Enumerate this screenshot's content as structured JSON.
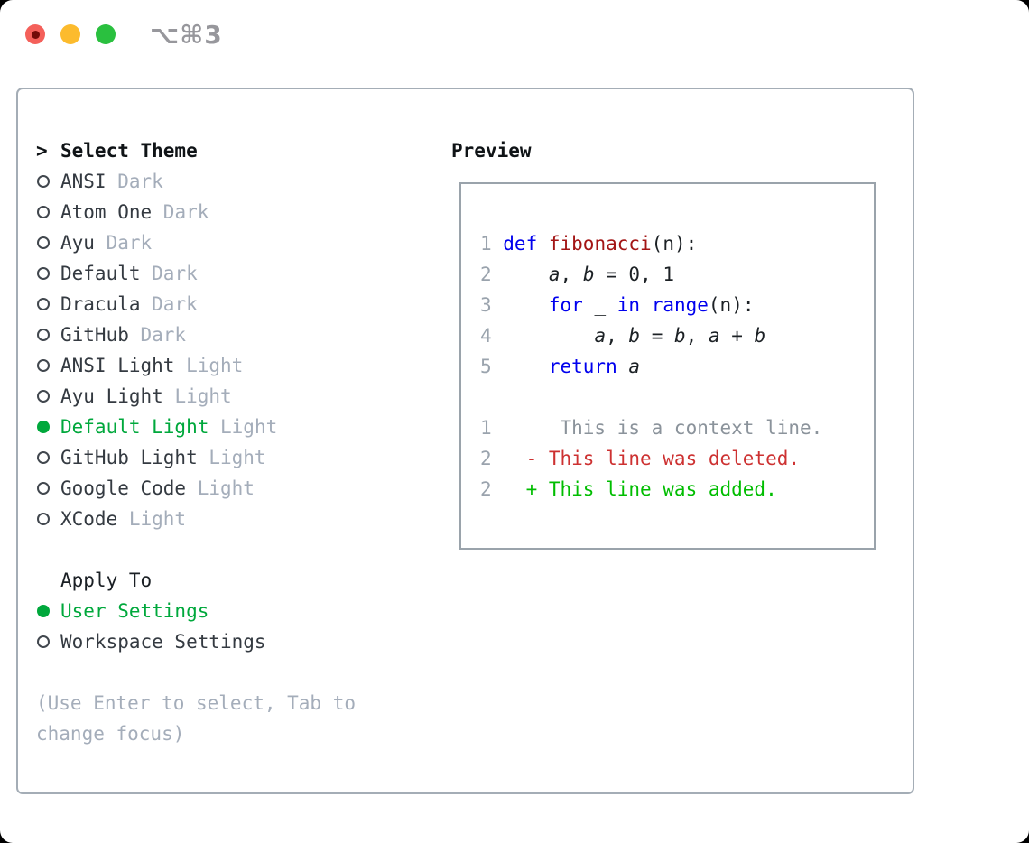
{
  "window": {
    "shortcut_label": "⌥⌘3",
    "traffic_lights": [
      "close",
      "minimize",
      "zoom"
    ]
  },
  "colors": {
    "selected_green": "#00a83c",
    "diff_added_green": "#00bd00",
    "diff_deleted_red": "#cd3131",
    "keyword_blue": "#0000ee",
    "function_red": "#a31515",
    "muted_gray": "#a4adba",
    "line_number_gray": "#9aa3ad",
    "text_dark": "#343a41",
    "panel_border_gray": "#a4adb6"
  },
  "theme_selector": {
    "header_prefix": ">",
    "header": "Select Theme",
    "items": [
      {
        "name": "ANSI",
        "variant": "Dark",
        "selected": false
      },
      {
        "name": "Atom One",
        "variant": "Dark",
        "selected": false
      },
      {
        "name": "Ayu",
        "variant": "Dark",
        "selected": false
      },
      {
        "name": "Default",
        "variant": "Dark",
        "selected": false
      },
      {
        "name": "Dracula",
        "variant": "Dark",
        "selected": false
      },
      {
        "name": "GitHub",
        "variant": "Dark",
        "selected": false
      },
      {
        "name": "ANSI Light",
        "variant": "Light",
        "selected": false
      },
      {
        "name": "Ayu Light",
        "variant": "Light",
        "selected": false
      },
      {
        "name": "Default Light",
        "variant": "Light",
        "selected": true
      },
      {
        "name": "GitHub Light",
        "variant": "Light",
        "selected": false
      },
      {
        "name": "Google Code",
        "variant": "Light",
        "selected": false
      },
      {
        "name": "XCode",
        "variant": "Light",
        "selected": false
      }
    ]
  },
  "apply_to": {
    "header": "Apply To",
    "items": [
      {
        "name": "User Settings",
        "selected": true
      },
      {
        "name": "Workspace Settings",
        "selected": false
      }
    ]
  },
  "help_text": "(Use Enter to select, Tab to change focus)",
  "preview": {
    "title": "Preview",
    "code_lines": [
      {
        "num": "1",
        "tokens": [
          [
            "kw",
            "def"
          ],
          [
            "plain",
            " "
          ],
          [
            "fn",
            "fibonacci"
          ],
          [
            "plain",
            "(n):"
          ]
        ]
      },
      {
        "num": "2",
        "tokens": [
          [
            "plain",
            "    "
          ],
          [
            "var",
            "a"
          ],
          [
            "plain",
            ", "
          ],
          [
            "var",
            "b"
          ],
          [
            "plain",
            " = 0, 1"
          ]
        ]
      },
      {
        "num": "3",
        "tokens": [
          [
            "plain",
            "    "
          ],
          [
            "kw",
            "for"
          ],
          [
            "plain",
            " _ "
          ],
          [
            "kw",
            "in"
          ],
          [
            "plain",
            " "
          ],
          [
            "kw",
            "range"
          ],
          [
            "plain",
            "(n):"
          ]
        ]
      },
      {
        "num": "4",
        "tokens": [
          [
            "plain",
            "        "
          ],
          [
            "var",
            "a"
          ],
          [
            "plain",
            ", "
          ],
          [
            "var",
            "b"
          ],
          [
            "plain",
            " = "
          ],
          [
            "var",
            "b"
          ],
          [
            "plain",
            ", "
          ],
          [
            "var",
            "a"
          ],
          [
            "plain",
            " + "
          ],
          [
            "var",
            "b"
          ]
        ]
      },
      {
        "num": "5",
        "tokens": [
          [
            "plain",
            "    "
          ],
          [
            "kw",
            "return"
          ],
          [
            "plain",
            " "
          ],
          [
            "var",
            "a"
          ]
        ]
      }
    ],
    "diff_lines": [
      {
        "num": "1",
        "kind": "ctx",
        "text": "     This is a context line."
      },
      {
        "num": "2",
        "kind": "del",
        "text": "  - This line was deleted."
      },
      {
        "num": "2",
        "kind": "add",
        "text": "  + This line was added."
      }
    ]
  }
}
